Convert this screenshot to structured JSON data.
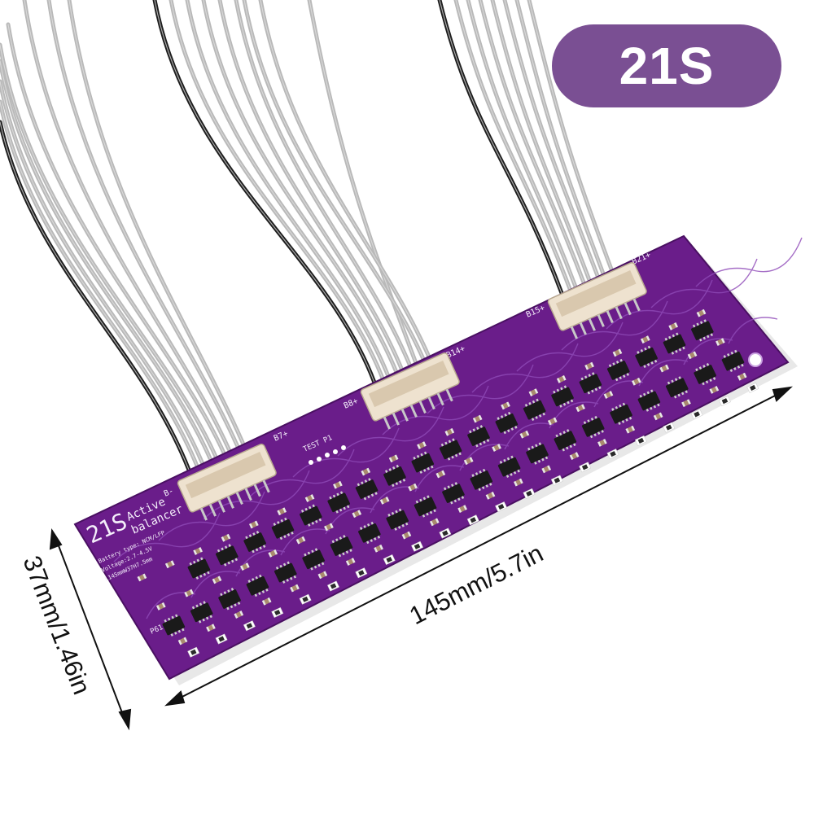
{
  "badge": {
    "label": "21S",
    "color": "#7a4f93"
  },
  "dimensions": {
    "length": "145mm/5.7in",
    "width": "37mm/1.46in"
  },
  "board": {
    "color": "#6a1d8a",
    "title_big": "21S",
    "title_line1": "Active",
    "title_line2": "balancer",
    "spec_line1": "Battery type: NCM/LFP",
    "spec_line2": "Voltage:2.7-4.5V",
    "spec_line3": "L145mmW37H7.5mm",
    "test_label": "TEST P1",
    "port_label": "P61",
    "connector_labels": {
      "b_minus": "B-",
      "b7": "B7+",
      "b8": "B8+",
      "b14": "B14+",
      "b15": "B15+",
      "b21": "B21+"
    }
  },
  "wires": {
    "gray": "#b9b9b9",
    "black": "#1e1e1e"
  }
}
